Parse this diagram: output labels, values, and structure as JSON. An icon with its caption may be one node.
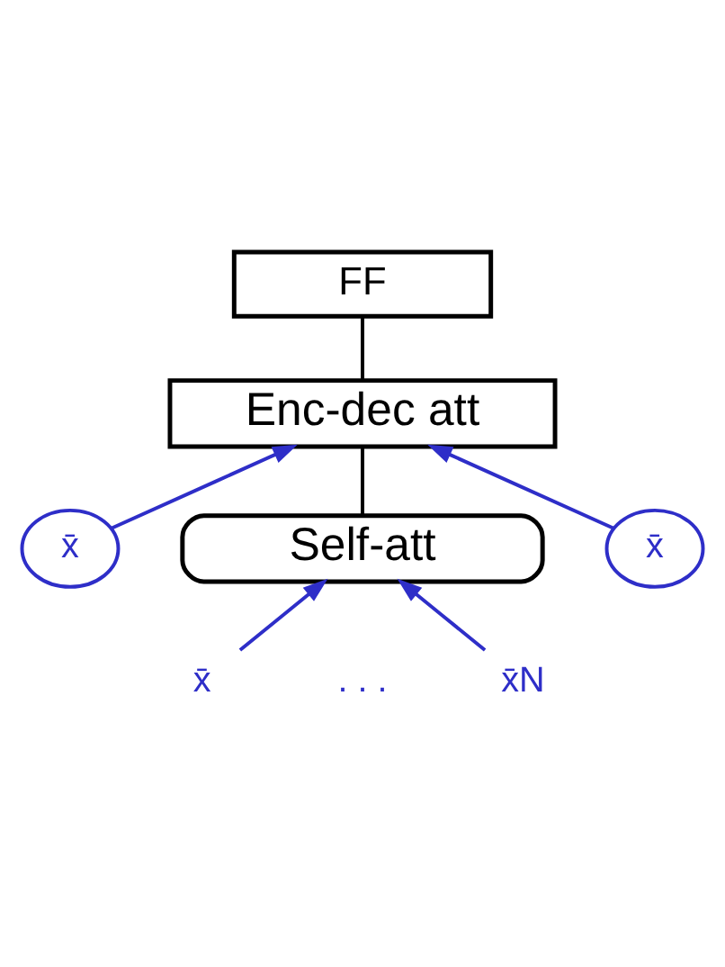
{
  "diagram": {
    "nodes": [
      {
        "text": [
          "FF"
        ]
      },
      {
        "text": [
          "Enc-dec att"
        ]
      },
      {
        "text": [
          "x̄"
        ]
      },
      {
        "text": [
          "x̄"
        ]
      },
      {
        "text": [
          "Self-att"
        ]
      },
      {
        "text": [
          "x̄"
        ]
      },
      {
        "text": [
          "x̄N"
        ]
      }
    ],
    "edges": [
      {
        "from": 0,
        "to": 1,
        "arrow": "none",
        "color": "#000000"
      },
      {
        "from": 1,
        "to": 4,
        "arrow": "none",
        "color": "#000000"
      },
      {
        "from": 2,
        "to": 1,
        "arrow": "to"
      },
      {
        "from": 3,
        "to": 1,
        "arrow": "to"
      },
      {
        "from": 5,
        "to": 4,
        "arrow": "to"
      },
      {
        "from": 6,
        "to": 4,
        "arrow": "to"
      }
    ],
    "labels": [
      ". . ."
    ]
  }
}
